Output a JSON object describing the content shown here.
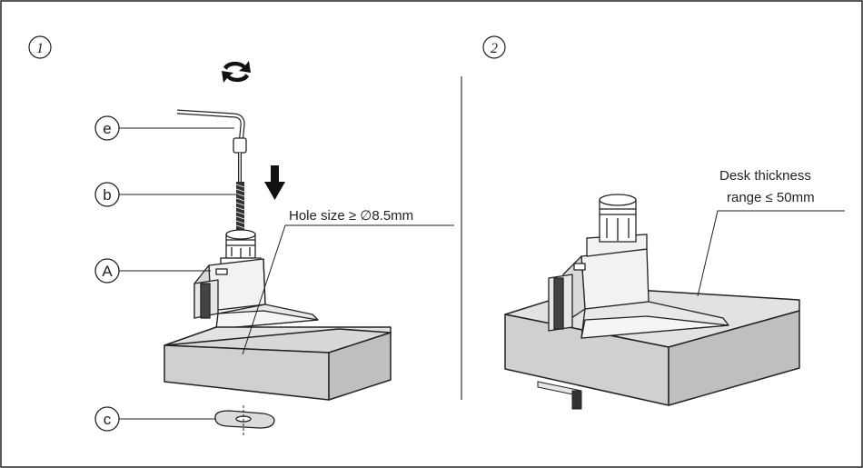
{
  "steps": {
    "step1": "1",
    "step2": "2"
  },
  "callouts": {
    "e": "e",
    "b": "b",
    "a": "A",
    "c": "c"
  },
  "annotations": {
    "hole_size": "Hole size ≥ ∅8.5mm",
    "desk_thickness_line1": "Desk thickness",
    "desk_thickness_line2": "range ≤ 50mm"
  },
  "colors": {
    "line": "#222222",
    "desk_face": "#d8d8d8",
    "desk_side": "#bfbfbf",
    "clamp_face": "#ededed"
  },
  "icons": {
    "rotate": "rotate-arrows-icon",
    "down": "down-arrow-icon"
  }
}
